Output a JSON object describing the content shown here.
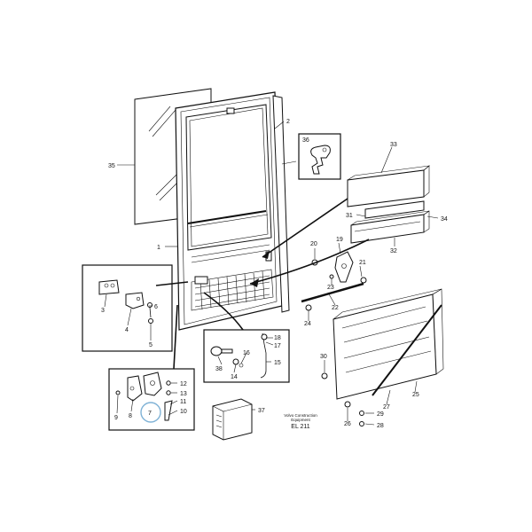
{
  "labels": [
    "1",
    "2",
    "3",
    "4",
    "5",
    "6",
    "7",
    "8",
    "9",
    "10",
    "11",
    "12",
    "13",
    "14",
    "15",
    "16",
    "17",
    "18",
    "19",
    "20",
    "21",
    "22",
    "23",
    "24",
    "25",
    "26",
    "27",
    "28",
    "29",
    "30",
    "31",
    "32",
    "33",
    "34",
    "35",
    "36",
    "37",
    "38"
  ],
  "caption": {
    "line1": "Volvo Construction",
    "line2": "Equipment",
    "code": "EL 211"
  },
  "colors": {
    "line": "#111111",
    "highlight_circle": "#7fb2d6",
    "background": "#ffffff"
  }
}
